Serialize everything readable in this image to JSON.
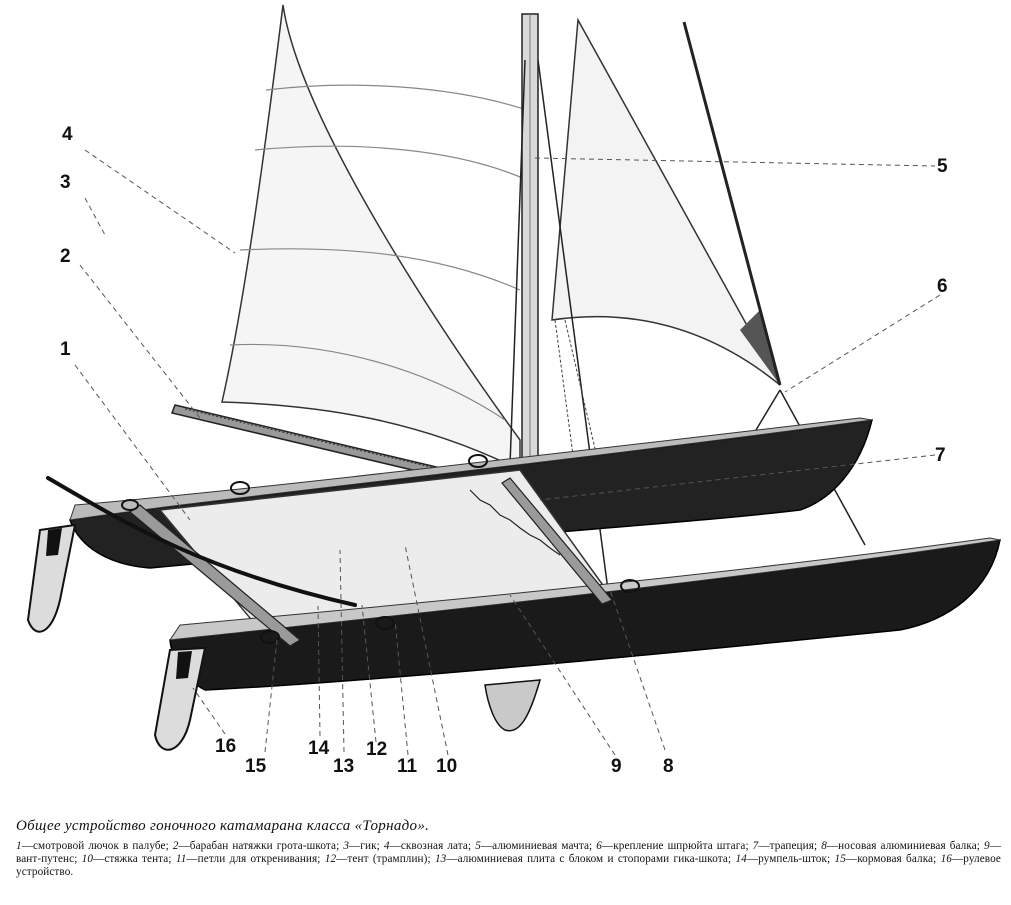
{
  "callouts": [
    {
      "n": "1"
    },
    {
      "n": "2"
    },
    {
      "n": "3"
    },
    {
      "n": "4"
    },
    {
      "n": "5"
    },
    {
      "n": "6"
    },
    {
      "n": "7"
    },
    {
      "n": "8"
    },
    {
      "n": "9"
    },
    {
      "n": "10"
    },
    {
      "n": "11"
    },
    {
      "n": "12"
    },
    {
      "n": "13"
    },
    {
      "n": "14"
    },
    {
      "n": "15"
    },
    {
      "n": "16"
    }
  ],
  "caption": {
    "title": "Общее устройство гоночного катамарана класса «Торнадо».",
    "legend": [
      {
        "n": "1",
        "text": "смотровой лючок в палубе;"
      },
      {
        "n": "2",
        "text": "барабан натяжки грота-шкота;"
      },
      {
        "n": "3",
        "text": "гик;"
      },
      {
        "n": "4",
        "text": "сквозная лата;"
      },
      {
        "n": "5",
        "text": "алюминиевая мачта;"
      },
      {
        "n": "6",
        "text": "крепление шпрюйта штага;"
      },
      {
        "n": "7",
        "text": "трапеция;"
      },
      {
        "n": "8",
        "text": "носовая алюминиевая балка;"
      },
      {
        "n": "9",
        "text": "вант-путенс;"
      },
      {
        "n": "10",
        "text": "стяжка тента;"
      },
      {
        "n": "11",
        "text": "петли для откренивания;"
      },
      {
        "n": "12",
        "text": "тент (трамплин);"
      },
      {
        "n": "13",
        "text": "алюминиевая плита с блоком и стопорами гика-шкота;"
      },
      {
        "n": "14",
        "text": "румпель-шток;"
      },
      {
        "n": "15",
        "text": "кормовая балка;"
      },
      {
        "n": "16",
        "text": "рулевое устройство."
      }
    ]
  }
}
